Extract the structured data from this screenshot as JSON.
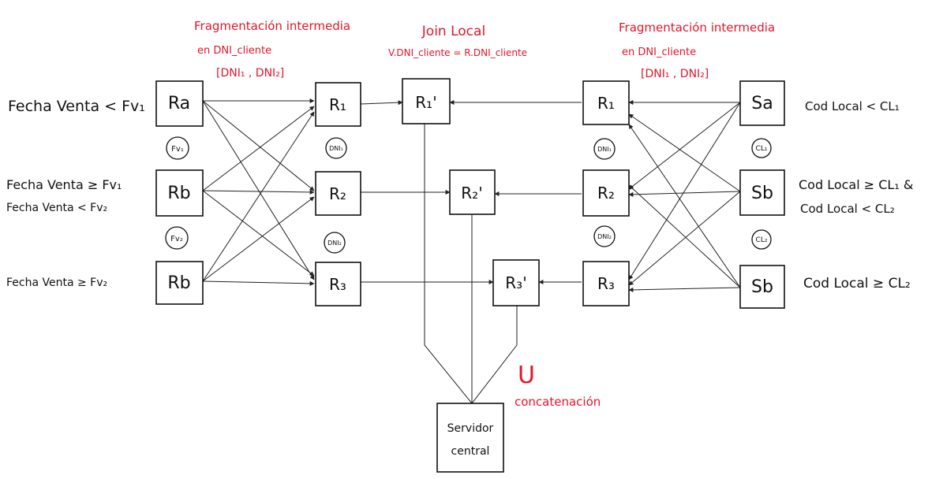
{
  "colors": {
    "ink": "#111111",
    "annotation": "#e0162b"
  },
  "annotations": {
    "left_fragmentation": [
      "Fragmentación intermedia",
      "en  DNI_cliente",
      "[DNI₁ , DNI₂]"
    ],
    "right_fragmentation": [
      "Fragmentación intermedia",
      "en  DNI_cliente",
      "[DNI₁ , DNI₂]"
    ],
    "join": [
      "Join Local",
      "V.DNI_cliente = R.DNI_cliente"
    ],
    "union_symbol": "U",
    "union_label": "concatenación"
  },
  "left_conditions": [
    "Fecha Venta < Fv₁",
    "Fecha Venta ≥ Fv₁",
    "Fecha Venta < Fv₂",
    "Fecha Venta ≥ Fv₂"
  ],
  "right_conditions": [
    "Cod Local < CL₁",
    "Cod Local ≥ CL₁ &",
    "Cod Local < CL₂",
    "Cod Local ≥ CL₂"
  ],
  "nodes": {
    "left_sources": [
      "Ra",
      "Rb",
      "Rb"
    ],
    "left_fragments": [
      "R₁",
      "R₂",
      "R₃"
    ],
    "joins": [
      "R₁'",
      "R₂'",
      "R₃'"
    ],
    "right_fragments": [
      "R₁",
      "R₂",
      "R₃"
    ],
    "right_sources": [
      "Sa",
      "Sb",
      "Sb"
    ],
    "server": [
      "Servidor",
      "central"
    ]
  },
  "circle_labels": {
    "left_sources": [
      "Fv₁",
      "Fv₂"
    ],
    "left_fragments": [
      "DNI₁",
      "DNI₂"
    ],
    "right_fragments": [
      "DNI₁",
      "DNI₂"
    ],
    "right_sources": [
      "CL₁",
      "CL₂"
    ]
  }
}
